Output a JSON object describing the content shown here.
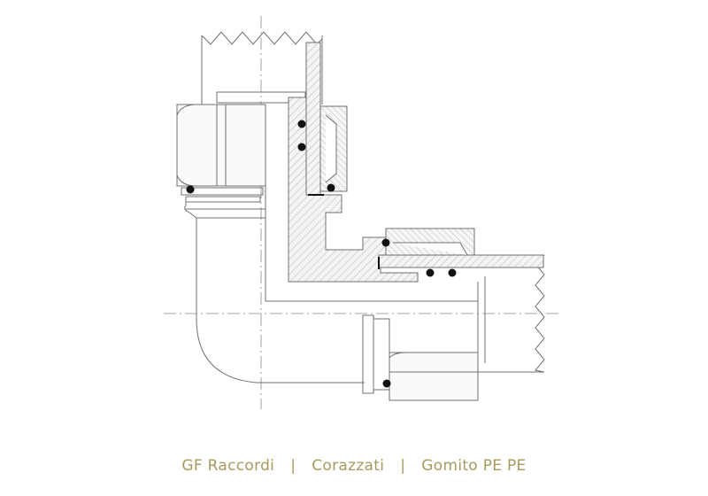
{
  "caption": {
    "brand": "GF Raccordi",
    "separator": "|",
    "category": "Corazzati",
    "product": "Gomito PE PE"
  },
  "colors": {
    "caption_text": "#a89a5e",
    "line": "#6f6f6f",
    "hatch": "#bdbdbd",
    "oring": "#111111",
    "background": "#ffffff"
  }
}
